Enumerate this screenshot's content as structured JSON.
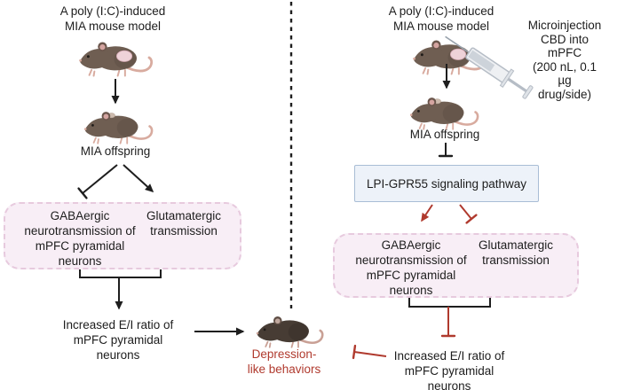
{
  "figure": {
    "left": {
      "title": "A poly (I:C)-induced\nMIA mouse model",
      "offspring": "MIA offspring",
      "gaba": "GABAergic\nneurotransmission of\nmPFC pyramidal\nneurons",
      "glutamate": "Glutamatergic\ntransmission",
      "ei_ratio": "Increased E/I ratio of\nmPFC pyramidal\nneurons"
    },
    "right": {
      "title": "A poly (I:C)-induced\nMIA mouse model",
      "microinjection": "Microinjection\nCBD into mPFC\n(200 nL, 0.1 µg\ndrug/side)",
      "offspring": "MIA offspring",
      "pathway": "LPI-GPR55 signaling pathway",
      "gaba": "GABAergic\nneurotransmission of\nmPFC pyramidal\nneurons",
      "glutamate": "Glutamatergic\ntransmission",
      "ei_ratio": "Increased E/I ratio of\nmPFC pyramidal\nneurons"
    },
    "center": {
      "outcome": "Depression-\nlike behaviors"
    },
    "palette": {
      "text": "#1d1d1d",
      "inhibit_red": "#b03a2e",
      "pink_box_fill": "#f8eef6",
      "pink_box_border": "#e7cade",
      "blue_box_fill": "#edf2f9",
      "blue_box_border": "#a9bdd5"
    },
    "icons": {
      "mouse": "mouse-icon",
      "syringe": "syringe-icon",
      "divider": "dashed-divider"
    }
  }
}
